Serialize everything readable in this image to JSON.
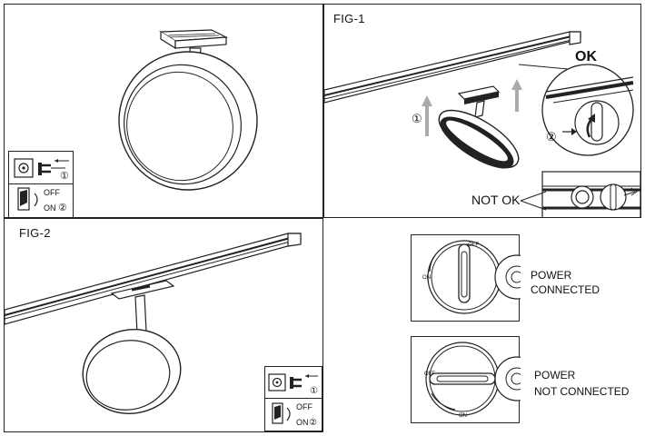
{
  "panels": {
    "top_left": {
      "legend": {
        "step1_marker": "①",
        "step2_marker": "②",
        "off_label": "OFF",
        "on_label": "ON"
      }
    },
    "fig1": {
      "label": "FIG-1",
      "ok_label": "OK",
      "not_ok_label": "NOT OK",
      "step1_marker": "①",
      "step2_marker": "②"
    },
    "fig2": {
      "label": "FIG-2",
      "legend": {
        "step1_marker": "①",
        "step2_marker": "②",
        "off_label": "OFF",
        "on_label": "ON"
      }
    },
    "status": {
      "connected_line1": "POWER",
      "connected_line2": "CONNECTED",
      "not_connected_line1": "POWER",
      "not_connected_line2": "NOT CONNECTED",
      "dial_off": "OFF",
      "dial_on": "ON"
    }
  }
}
